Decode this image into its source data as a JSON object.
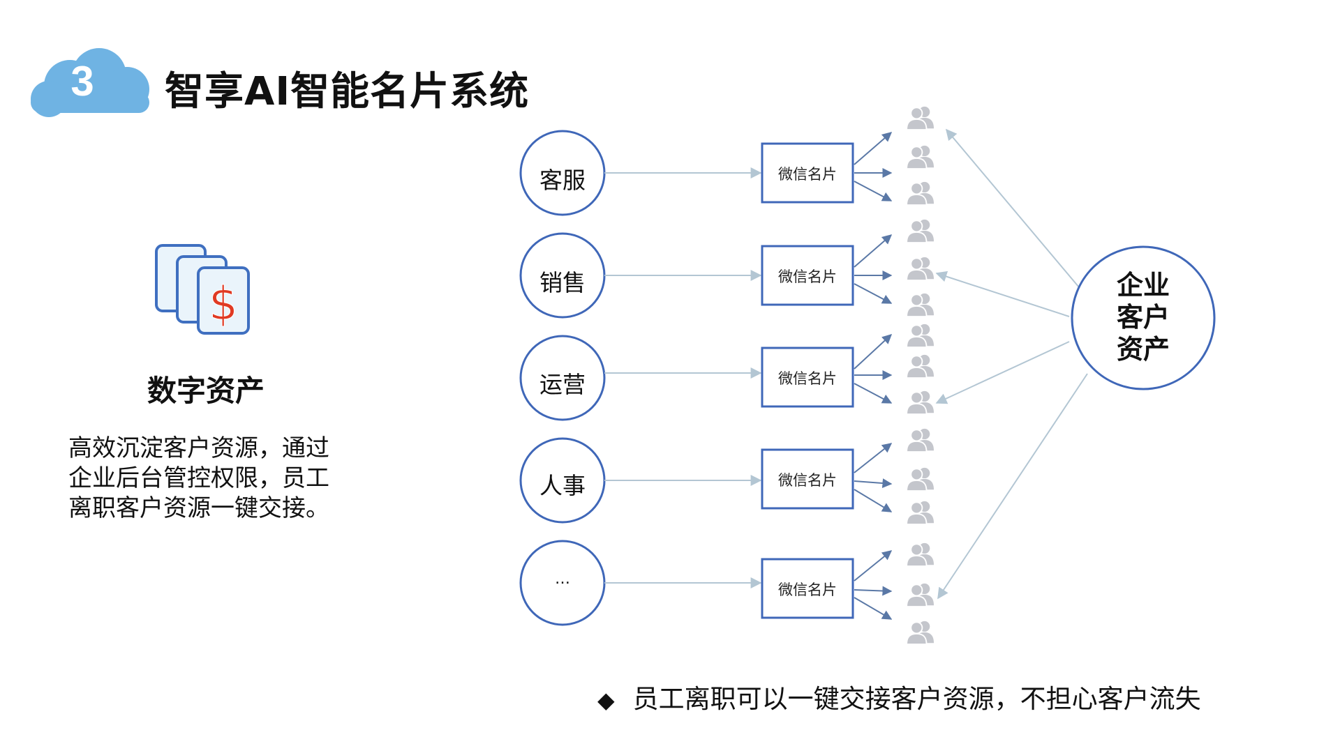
{
  "header": {
    "section_number": "3",
    "title": "智享AI智能名片系统"
  },
  "asset": {
    "title": "数字资产",
    "description_lines": [
      "高效沉淀客户资源，通过",
      "企业后台管控权限，员工",
      "离职客户资源一键交接。"
    ]
  },
  "diagram": {
    "roles": [
      "客服",
      "销售",
      "运营",
      "人事",
      "…"
    ],
    "card_label": "微信名片",
    "hub_lines": [
      "企业",
      "客户",
      "资产"
    ]
  },
  "footer": {
    "note": "员工离职可以一键交接客户资源，不担心客户流失"
  },
  "colors": {
    "cloud": "#6fb3e3",
    "node_border": "#3f67b8",
    "arrow_gray": "#9ab0c2",
    "arrow_dark": "#5a78a6",
    "person": "#c4c6cc",
    "dollar": "#e03a23"
  }
}
